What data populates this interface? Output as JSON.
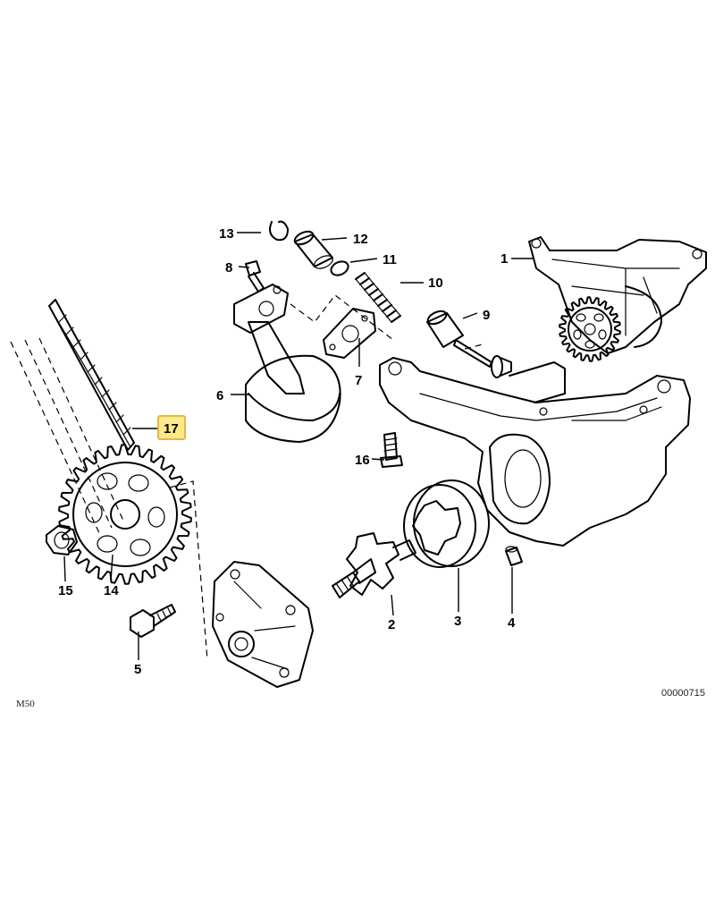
{
  "callouts": {
    "c1": "1",
    "c2": "2",
    "c3": "3",
    "c4": "4",
    "c5": "5",
    "c6": "6",
    "c7": "7",
    "c8": "8",
    "c9": "9",
    "c10": "10",
    "c11": "11",
    "c12": "12",
    "c13": "13",
    "c14": "14",
    "c15": "15",
    "c16": "16",
    "c17": "17"
  },
  "highlighted_part": "17",
  "highlight_color": "#fde98a",
  "engine_code": "M50",
  "diagram_number": "00000715"
}
